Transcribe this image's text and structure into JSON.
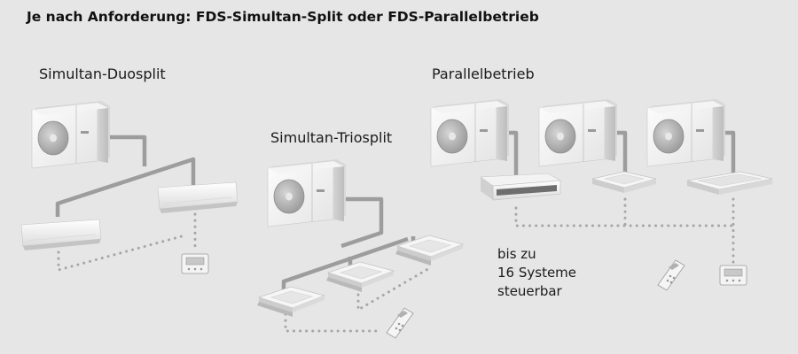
{
  "title": "Je nach Anforderung: FDS-Simultan-Split oder FDS-Parallelbetrieb",
  "groups": {
    "duo": {
      "label": "Simultan-Duosplit"
    },
    "trio": {
      "label": "Simultan-Triosplit"
    },
    "parallel": {
      "label": "Parallelbetrieb"
    }
  },
  "note": {
    "line1": "bis zu",
    "line2": "16 Systeme",
    "line3": "steuerbar"
  },
  "colors": {
    "background": "#e6e6e6",
    "pipe": "#9d9d9d",
    "control_dots": "#a6a6a6",
    "unit_light": "#f8f8f8",
    "unit_shade": "#cfcfcf",
    "fan": "#b5b5b5"
  }
}
